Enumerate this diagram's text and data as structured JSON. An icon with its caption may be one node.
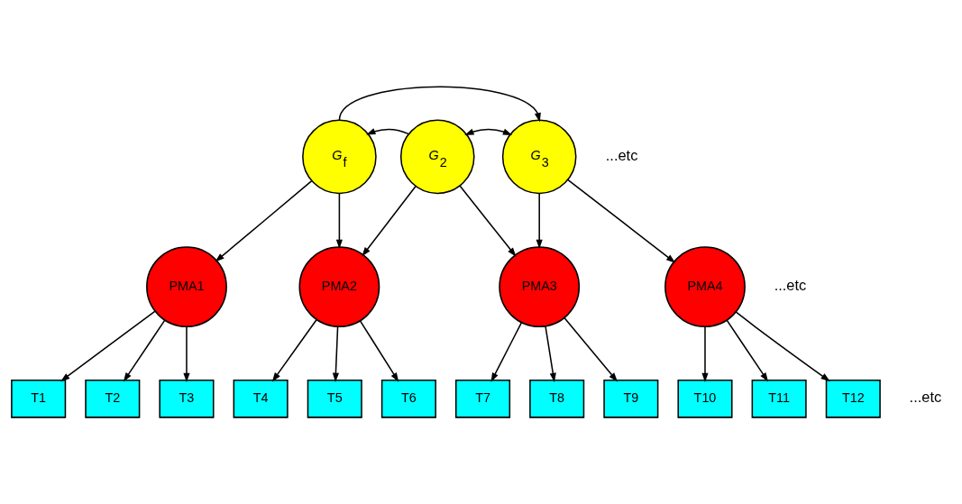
{
  "diagram": {
    "nodes": [
      {
        "text": [
          "G$_{f}$"
        ]
      },
      {
        "text": [
          "G$_{2}$"
        ]
      },
      {
        "text": [
          "G$_{3}$"
        ]
      },
      {
        "text": [
          "PMA1"
        ]
      },
      {
        "text": [
          "PMA2"
        ]
      },
      {
        "text": [
          "PMA3"
        ]
      },
      {
        "text": [
          "PMA4"
        ]
      },
      {
        "text": [
          "T1"
        ]
      },
      {
        "text": [
          "T2"
        ]
      },
      {
        "text": [
          "T3"
        ]
      },
      {
        "text": [
          "T4"
        ]
      },
      {
        "text": [
          "T5"
        ]
      },
      {
        "text": [
          "T6"
        ]
      },
      {
        "text": [
          "T7"
        ]
      },
      {
        "text": [
          "T8"
        ]
      },
      {
        "text": [
          "T9"
        ]
      },
      {
        "text": [
          "T10"
        ]
      },
      {
        "text": [
          "T11"
        ]
      },
      {
        "text": [
          "T12"
        ]
      }
    ],
    "edges": [
      {
        "from": 0,
        "to": 2,
        "arrow": "to"
      },
      {
        "from": 1,
        "to": 0,
        "arrow": "to"
      },
      {
        "from": 1,
        "to": 2,
        "arrow": "both"
      },
      {
        "from": 0,
        "to": 3,
        "arrow": "to"
      },
      {
        "from": 0,
        "to": 4,
        "arrow": "to"
      },
      {
        "from": 1,
        "to": 4,
        "arrow": "to"
      },
      {
        "from": 1,
        "to": 5,
        "arrow": "to"
      },
      {
        "from": 2,
        "to": 5,
        "arrow": "to"
      },
      {
        "from": 2,
        "to": 6,
        "arrow": "to"
      },
      {
        "from": 3,
        "to": 7,
        "arrow": "to"
      },
      {
        "from": 3,
        "to": 8,
        "arrow": "to"
      },
      {
        "from": 3,
        "to": 9,
        "arrow": "to"
      },
      {
        "from": 4,
        "to": 10,
        "arrow": "to"
      },
      {
        "from": 4,
        "to": 11,
        "arrow": "to"
      },
      {
        "from": 4,
        "to": 12,
        "arrow": "to"
      },
      {
        "from": 5,
        "to": 13,
        "arrow": "to"
      },
      {
        "from": 5,
        "to": 14,
        "arrow": "to"
      },
      {
        "from": 5,
        "to": 15,
        "arrow": "to"
      },
      {
        "from": 6,
        "to": 16,
        "arrow": "to"
      },
      {
        "from": 6,
        "to": 17,
        "arrow": "to"
      },
      {
        "from": 6,
        "to": 18,
        "arrow": "to"
      }
    ],
    "labels": [
      "...etc",
      "...etc",
      "...etc"
    ]
  }
}
